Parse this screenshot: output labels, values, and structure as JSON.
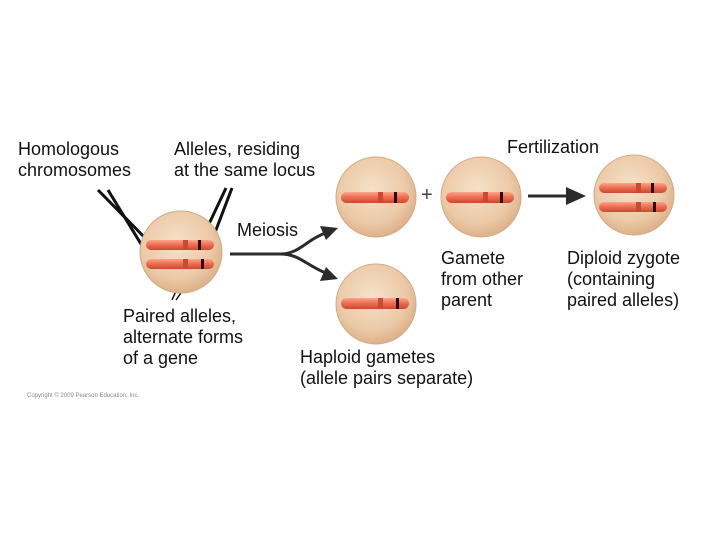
{
  "labels": {
    "homologous_line1": "Homologous",
    "homologous_line2": "chromosomes",
    "alleles_line1": "Alleles, residing",
    "alleles_line2": "at the same locus",
    "fertilization": "Fertilization",
    "meiosis": "Meiosis",
    "gamete_line1": "Gamete",
    "gamete_line2": "from other",
    "gamete_line3": "parent",
    "zygote_line1": "Diploid zygote",
    "zygote_line2": "(containing",
    "zygote_line3": "paired alleles)",
    "paired_line1": "Paired alleles,",
    "paired_line2": "alternate forms",
    "paired_line3": "of a gene",
    "haploid_line1": "Haploid gametes",
    "haploid_line2": "(allele pairs separate)",
    "plus": "+",
    "copyright": "Copyright © 2009 Pearson Education, Inc."
  },
  "colors": {
    "cell_fill": "#efd2b4",
    "cell_edge": "#d2ab86",
    "chromosome": "#f06f52",
    "chromosome_dark": "#c84a33",
    "allele_band": "#2a0d08",
    "arrow": "#2b2b2b"
  }
}
